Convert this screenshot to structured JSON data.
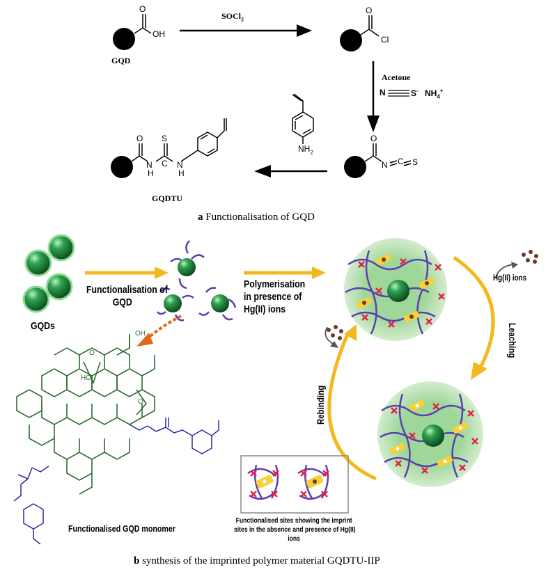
{
  "part_a": {
    "reagent_1": "SOCl",
    "reagent_1_sub": "2",
    "reagent_2": "Acetone",
    "thiocyanate_n": "N",
    "thiocyanate_s": "S",
    "thiocyanate_s_sup": "-",
    "ammonium": "NH",
    "ammonium_sub": "4",
    "ammonium_sup": "+",
    "label_gqd": "GQD",
    "label_gqdtu": "GQDTU",
    "atom_o": "O",
    "atom_oh": "OH",
    "atom_cl": "Cl",
    "atom_n": "N",
    "atom_c": "C",
    "atom_s": "S",
    "atom_nh": "NH",
    "atom_nh_sub": "2",
    "atom_h": "H",
    "caption_letter": "a",
    "caption_text": "Functionalisation of GQD"
  },
  "part_b": {
    "label_gqds": "GQDs",
    "step_1_line1": "Functionalisation of",
    "step_1_line2": "GQD",
    "step_2_line1": "Polymerisation",
    "step_2_line2": "in presence of",
    "step_2_line3": "Hg(II) ions",
    "ions_label": "Hg(II) ions",
    "leaching": "Leaching",
    "rebinding": "Rebinding",
    "monomer_oh": "HO",
    "monomer_o1": "O",
    "monomer_o2": "O",
    "monomer_cooh": "OH",
    "monomer_label": "Functionalised GQD monomer",
    "inset_line1": "Functionalised sites showing the imprint",
    "inset_line2": "sites in the absence and presence of Hg(II)",
    "inset_line3": "ions",
    "caption_letter": "b",
    "caption_text": "synthesis of the imprinted polymer material GQDTU-IIP"
  },
  "colors": {
    "arrow_yellow": "#f2b81e",
    "sphere_green": "#1f8a3e",
    "halo_green": "#a8d5a1",
    "polymer_purple": "#5a3fb0",
    "crosslink_red": "#e0244a",
    "site_yellow": "#f5d23a",
    "ion_brown": "#6b3a2a",
    "monomer_green": "#2e6b33",
    "monomer_blue": "#2a2aa8"
  }
}
